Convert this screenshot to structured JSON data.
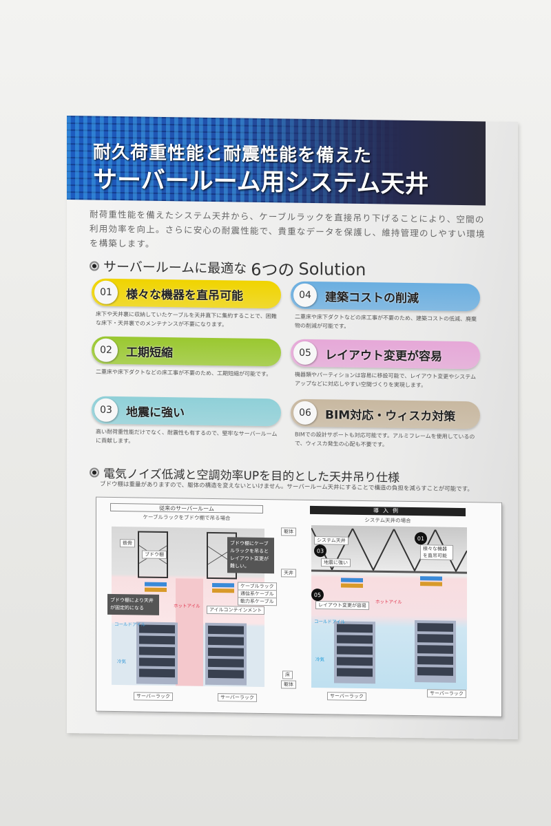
{
  "header": {
    "line1": "耐久荷重性能と耐震性能を備えた",
    "line2": "サーバールーム用システム天井"
  },
  "intro": "耐荷重性能を備えたシステム天井から、ケーブルラックを直接吊り下げることにより、空間の利用効率を向上。さらに安心の耐震性能で、貴重なデータを保護し、維持管理のしやすい環境を構築します。",
  "solutions_heading": {
    "prefix": "サーバールームに最適な",
    "big": "6つの",
    "suffix": "Solution"
  },
  "solutions": [
    {
      "num": "01",
      "title": "様々な機器を直吊可能",
      "desc": "床下や天井裏に収納していたケーブルを天井直下に集約することで、困難な床下・天井裏でのメンテナンスが不要になります。",
      "color": "#f0d400"
    },
    {
      "num": "02",
      "title": "工期短縮",
      "desc": "二重床や床下ダクトなどの床工事が不要のため、工期短縮が可能です。",
      "color": "#9ac830"
    },
    {
      "num": "03",
      "title": "地震に強い",
      "desc": "高い耐荷重性能だけでなく、耐震性も有するので、堅牢なサーバールームに貢献します。",
      "color": "#8fd0d8"
    },
    {
      "num": "04",
      "title": "建築コストの削減",
      "desc": "二重床や床下ダクトなどの床工事が不要のため、建築コストの低減、廃棄物の削減が可能です。",
      "color": "#6aaee0"
    },
    {
      "num": "05",
      "title": "レイアウト変更が容易",
      "desc": "機器類やパーティションは容易に移設可能で、レイアウト変更やシステムアップなどに対応しやすい空間づくりを実現します。",
      "color": "#e6a8d8"
    },
    {
      "num": "06",
      "title": "BIM対応・ウィスカ対策",
      "desc": "BIMでの設計サポートも対応可能です。アルミフレームを使用しているので、ウィスカ発生の心配も不要です。",
      "color": "#c8b8a0"
    }
  ],
  "section2": {
    "title": "電気ノイズ低減と空調効率UPを目的とした天井吊り仕様",
    "desc": "ブドウ棚は重量がありますので、躯体の構造を変えないといけません。サーバールーム天井にすることで構造の負担を減らすことが可能です。"
  },
  "diagram": {
    "left": {
      "title": "従来のサーバールーム",
      "subtitle": "ケーブルラックをブドウ棚で吊る場合",
      "beam": "鉄骨",
      "grape": "ブドウ棚",
      "note1": "ブドウ棚にケーブルラックを吊るとレイアウト変更が難しい。",
      "note2": "ブドウ棚により天井が固定的になる",
      "hot": "ホットアイル",
      "cold": "コールドアイル",
      "air": "冷気",
      "rack": "サーバーラック"
    },
    "shared": {
      "structure": "躯体",
      "ceiling": "天井",
      "floor": "床",
      "structure2": "躯体",
      "cable_rack": "ケーブルラック",
      "comm_cable": "通信系ケーブル",
      "power_cable": "動力系ケーブル",
      "containment": "アイルコンテインメント"
    },
    "right": {
      "banner": "導入例",
      "subtitle": "システム天井の場合",
      "system_ceiling": "システム天井",
      "b01": "01",
      "n01": "様々な機器を直吊可能",
      "b03": "03",
      "n03": "地震に強い",
      "b05": "05",
      "n05": "レイアウト変更が容易",
      "hot": "ホットアイル",
      "cold": "コールドアイル",
      "air": "冷気",
      "rack": "サーバーラック"
    }
  }
}
